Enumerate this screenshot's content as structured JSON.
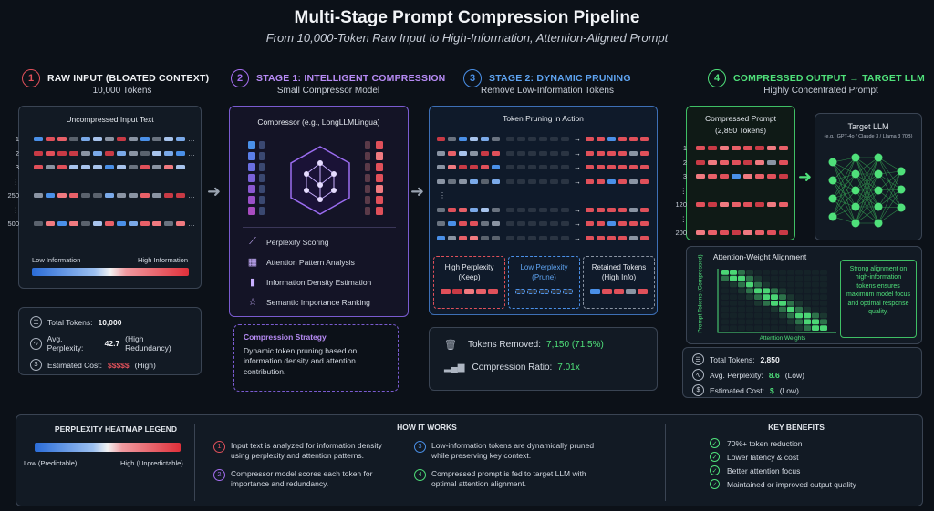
{
  "header": {
    "title": "Multi-Stage Prompt Compression Pipeline",
    "subtitle": "From 10,000-Token Raw Input to High-Information, Attention-Aligned Prompt"
  },
  "stages": [
    {
      "num": "1",
      "title": "RAW INPUT (BLOATED CONTEXT)",
      "subtitle": "10,000 Tokens",
      "color": "#e0505a"
    },
    {
      "num": "2",
      "title": "STAGE 1: INTELLIGENT COMPRESSION",
      "subtitle": "Small Compressor Model",
      "color": "#a56ef0"
    },
    {
      "num": "3",
      "title": "STAGE 2: DYNAMIC PRUNING",
      "subtitle": "Remove Low-Information Tokens",
      "color": "#4a90e8"
    },
    {
      "num": "4",
      "title": "COMPRESSED OUTPUT → TARGET LLM",
      "subtitle": "Highly Concentrated Prompt",
      "color": "#4fe07a"
    }
  ],
  "raw_input": {
    "panel_title": "Uncompressed Input Text",
    "row_labels": [
      "1",
      "2",
      "3",
      "⋮",
      "250",
      "⋮",
      "500"
    ],
    "legend_low": "Low Information",
    "legend_high": "High Information",
    "stats": [
      {
        "icon": "database-icon",
        "label": "Total Tokens:",
        "value": "10,000",
        "extra": ""
      },
      {
        "icon": "pulse-icon",
        "label": "Avg. Perplexity:",
        "value": "42.7",
        "extra": "(High Redundancy)"
      },
      {
        "icon": "dollar-icon",
        "label": "Estimated Cost:",
        "value": "$$$$$",
        "extra": "(High)"
      }
    ]
  },
  "compressor": {
    "panel_title": "Compressor (e.g., LongLLMLingua)",
    "features": [
      {
        "icon": "line-chart-icon",
        "label": "Perplexity Scoring"
      },
      {
        "icon": "grid-icon",
        "label": "Attention Pattern Analysis"
      },
      {
        "icon": "bar-chart-icon",
        "label": "Information Density Estimation"
      },
      {
        "icon": "star-icon",
        "label": "Semantic Importance Ranking"
      }
    ],
    "strategy_title": "Compression Strategy",
    "strategy_text": "Dynamic token pruning based on information density and attention contribution."
  },
  "pruning": {
    "panel_title": "Token Pruning in Action",
    "boxes": [
      {
        "title": "High Perplexity",
        "sub": "(Keep)",
        "color": "#e0505a"
      },
      {
        "title": "Low Perplexity",
        "sub": "(Prune)",
        "color": "#4a90e8"
      },
      {
        "title": "Retained Tokens",
        "sub": "(High Info)",
        "color": "#8a94a3"
      }
    ],
    "tokens_removed_label": "Tokens Removed:",
    "tokens_removed_value": "7,150 (71.5%)",
    "ratio_label": "Compression Ratio:",
    "ratio_value": "7.01x"
  },
  "output": {
    "panel_title": "Compressed Prompt",
    "panel_sub": "(2,850 Tokens)",
    "row_labels": [
      "1",
      "2",
      "3",
      "⋮",
      "120",
      "⋮",
      "200"
    ],
    "target_title": "Target LLM",
    "target_sub": "(e.g., GPT-4o / Claude 3 / Llama 3 70B)",
    "align_title": "Attention-Weight Alignment",
    "align_ylabel": "Prompt Tokens (Compressed)",
    "align_xlabel": "Attention Weights",
    "align_note": "Strong alignment on high-information tokens ensures maximum model focus and optimal response quality.",
    "stats": [
      {
        "icon": "database-icon",
        "label": "Total Tokens:",
        "value": "2,850",
        "extra": ""
      },
      {
        "icon": "pulse-icon",
        "label": "Avg. Perplexity:",
        "value": "8.6",
        "extra": "(Low)"
      },
      {
        "icon": "dollar-icon",
        "label": "Estimated Cost:",
        "value": "$",
        "extra": "(Low)"
      }
    ]
  },
  "footer": {
    "legend_title": "PERPLEXITY HEATMAP LEGEND",
    "legend_low": "Low (Predictable)",
    "legend_high": "High (Unpredictable)",
    "how_title": "HOW IT WORKS",
    "how_items": [
      {
        "num": "1",
        "text": "Input text is analyzed for information density using perplexity and attention patterns.",
        "color": "#e0505a"
      },
      {
        "num": "3",
        "text": "Low-information tokens are dynamically pruned while preserving key context.",
        "color": "#4a90e8"
      },
      {
        "num": "2",
        "text": "Compressor model scores each token for importance and redundancy.",
        "color": "#a56ef0"
      },
      {
        "num": "4",
        "text": "Compressed prompt is fed to target LLM with optimal attention alignment.",
        "color": "#4fe07a"
      }
    ],
    "benefits_title": "KEY BENEFITS",
    "benefits": [
      "70%+ token reduction",
      "Lower latency & cost",
      "Better attention focus",
      "Maintained or improved output quality"
    ]
  }
}
